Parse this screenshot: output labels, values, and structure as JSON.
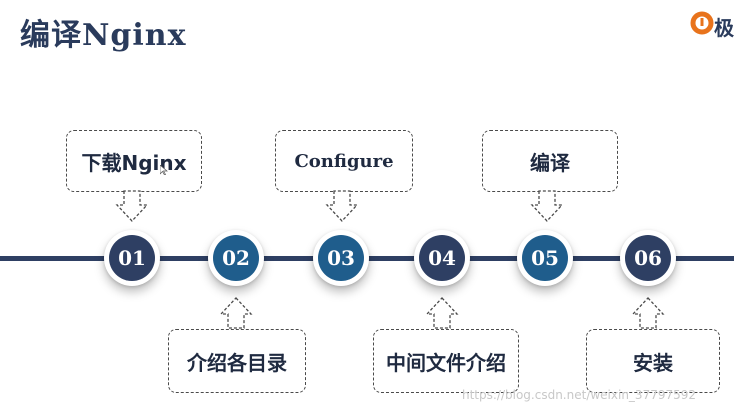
{
  "slide": {
    "title": "编译Nginx",
    "logo_text": "极",
    "watermark": "https://blog.csdn.net/weixin_37797592"
  },
  "steps": [
    {
      "number": "01",
      "label": "下载Nginx",
      "position": "top"
    },
    {
      "number": "02",
      "label": "介绍各目录",
      "position": "bottom"
    },
    {
      "number": "03",
      "label": "Configure",
      "position": "top"
    },
    {
      "number": "04",
      "label": "中间文件介绍",
      "position": "bottom"
    },
    {
      "number": "05",
      "label": "编译",
      "position": "top"
    },
    {
      "number": "06",
      "label": "安装",
      "position": "bottom"
    }
  ],
  "colors": {
    "node_dark": "#2e3f63",
    "node_accent": "#1f5d8c",
    "timeline": "#2e3f63",
    "title": "#2a3b5c",
    "logo": "#e8731c"
  }
}
